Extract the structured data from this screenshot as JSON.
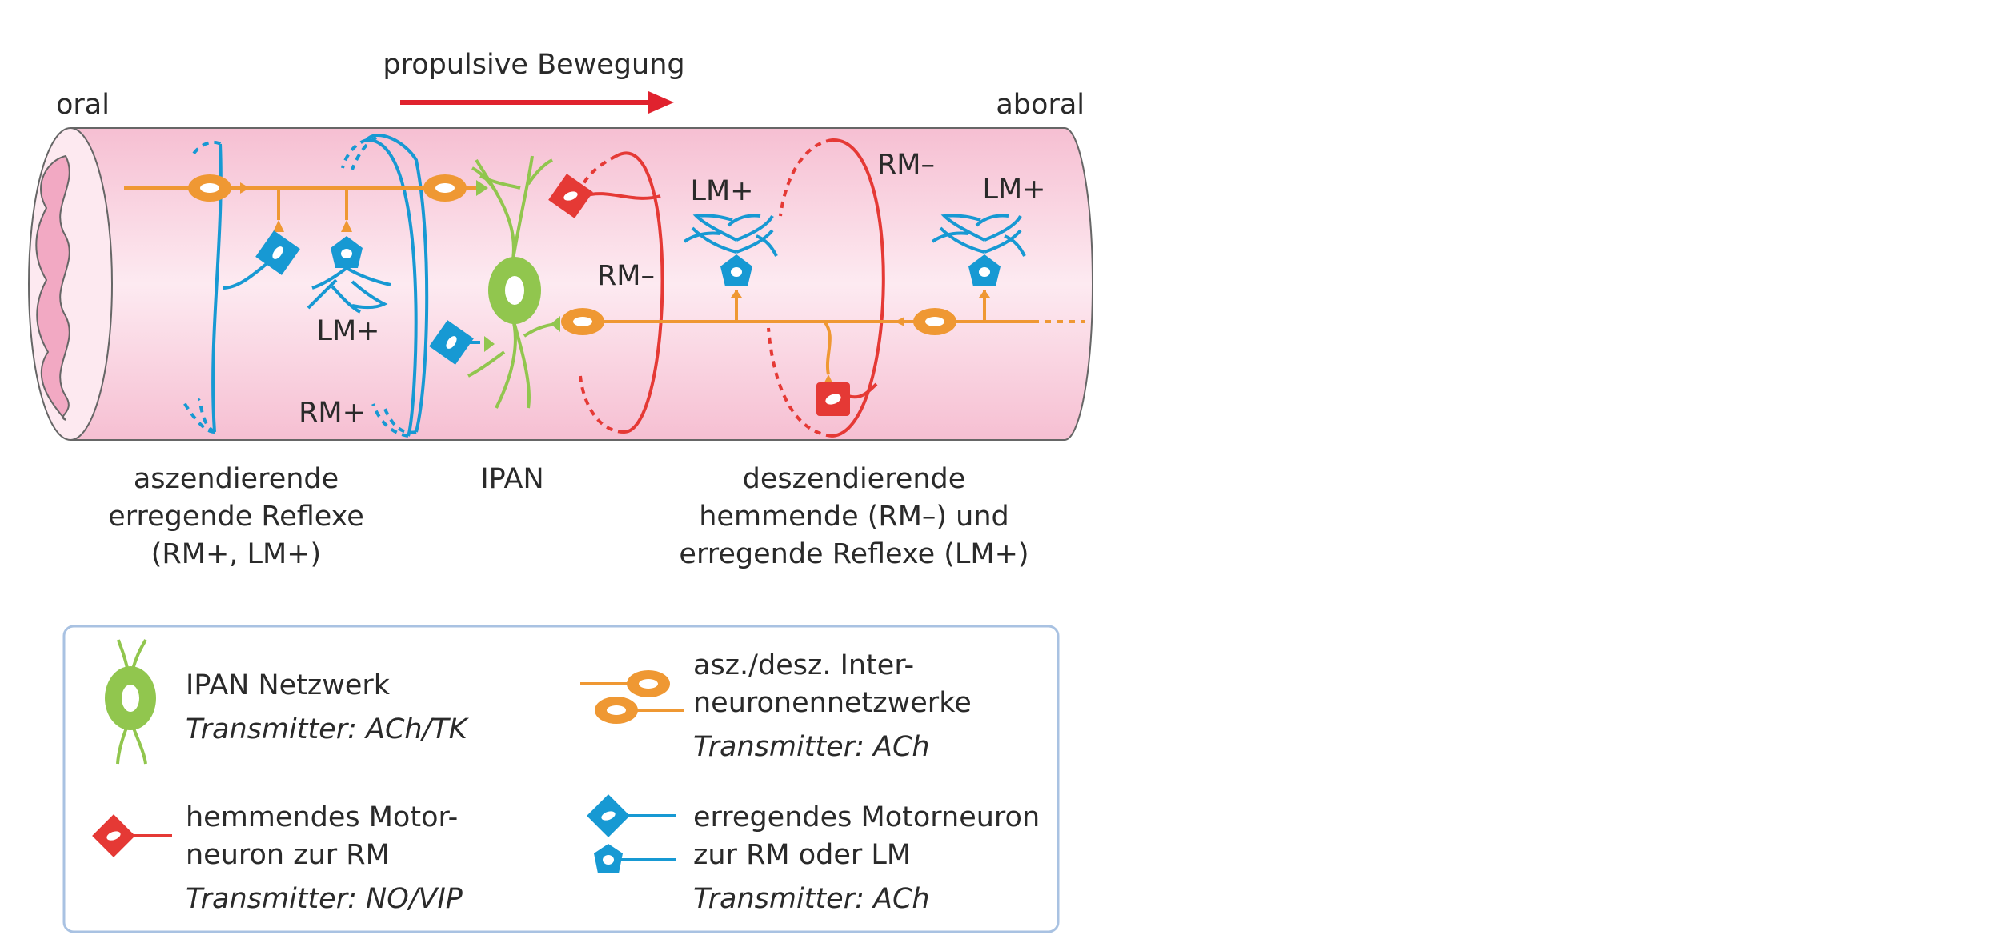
{
  "colors": {
    "tube": "#f9d3df",
    "tube_edge": "#666666",
    "lumen": "#f2a9c3",
    "orange": "#ef9833",
    "blue": "#1799d3",
    "green": "#91c64e",
    "red": "#e53935",
    "legend_border": "#a9c2e2"
  },
  "diagram": {
    "direction_label": "propulsive Bewegung",
    "oral": "oral",
    "aboral": "aboral",
    "labels": {
      "lm_plus": "LM+",
      "rm_plus": "RM+",
      "rm_minus": "RM–"
    },
    "captions": {
      "ascending": [
        "aszendierende",
        "erregende Reflexe",
        "(RM+, LM+)"
      ],
      "ipan": "IPAN",
      "descending": [
        "deszendierende",
        "hemmende (RM–) und",
        "erregende Reflexe (LM+)"
      ]
    }
  },
  "legend": {
    "ipan": {
      "title": "IPAN Netzwerk",
      "transmitter": "Transmitter: ACh/TK"
    },
    "interneurons": {
      "title": [
        "asz./desz. Inter-",
        "neuronennetzwerke"
      ],
      "transmitter": "Transmitter: ACh"
    },
    "inhibitory": {
      "title": [
        "hemmendes Motor-",
        "neuron zur RM"
      ],
      "transmitter": "Transmitter: NO/VIP"
    },
    "excitatory": {
      "title": [
        "erregendes Motorneuron",
        "zur RM oder LM"
      ],
      "transmitter": "Transmitter: ACh"
    }
  }
}
